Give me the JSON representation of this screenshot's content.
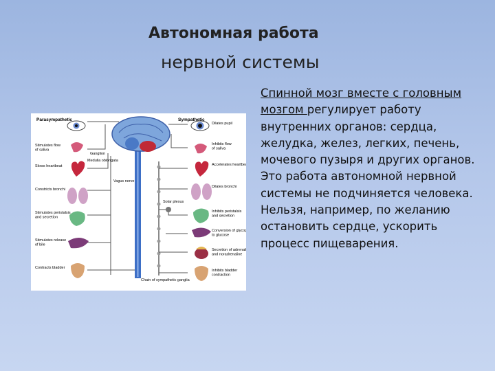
{
  "slide": {
    "title_line1": "Автономная работа",
    "title_line2": "нервной системы",
    "body_underlined": "Спинной мозг вместе с головным мозгом ",
    "body_rest": "регулирует работу внутренних органов: сердца, желудка, желез, легких, печень, мочевого пузыря и других органов.",
    "body_para2": "Это работа автономной нервной системы не подчиняется человека. Нельзя, например, по желанию остановить сердце, ускорить процесс пищеварения."
  },
  "diagram": {
    "header_left": "Parasympathetic",
    "header_right": "Sympathetic",
    "left_labels": [
      "Stimulates flow of saliva",
      "Slows heartbeat",
      "Constricts bronchi",
      "Stimulates peristalsis and secretion",
      "Stimulates release of bile",
      "Contracts bladder"
    ],
    "right_labels": [
      "Dilates pupil",
      "Inhibits flow of saliva",
      "Accelerates heartbeat",
      "Dilates bronchi",
      "Inhibits peristalsis and secretion",
      "Conversion of glycogen to glucose",
      "Secretion of adrenaline and noradrenaline",
      "Inhibits bladder contraction"
    ],
    "center_labels": {
      "ganglion": "Ganglion",
      "medulla": "Medulla oblongata",
      "vagus": "Vagus nerve",
      "solar": "Solar plexus",
      "chain": "Chain of sympathetic ganglia"
    }
  }
}
